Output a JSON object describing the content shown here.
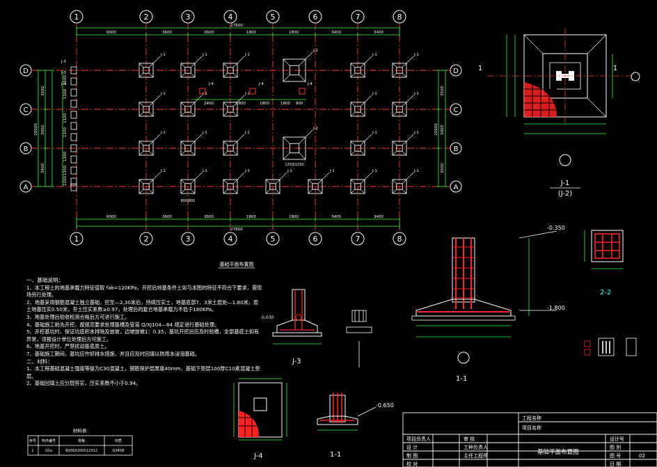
{
  "grid": {
    "columns": [
      "1",
      "2",
      "3",
      "4",
      "5",
      "6",
      "7",
      "8"
    ],
    "rows": [
      "D",
      "C",
      "B",
      "A"
    ],
    "top_dims": [
      "6000",
      "3600",
      "3600",
      "1800",
      "1800",
      "3400",
      "3400"
    ],
    "total_width": "27600",
    "bottom_dims": [
      "6000",
      "3600",
      "3600",
      "1800",
      "1800",
      "3400",
      "3400"
    ],
    "right_dims": [
      "3500",
      "3000",
      "3500"
    ],
    "right_total": "10000",
    "left_outer_dims": [
      "3500",
      "3000",
      "3400"
    ],
    "left_total": "10000",
    "left_inner_dims": [
      "1100",
      "1100",
      "1100",
      "1100",
      "1100",
      "1150",
      "1150",
      "1150"
    ],
    "beam_dims": [
      "2400",
      "1800",
      "1800",
      "1800",
      "900"
    ]
  },
  "labels": {
    "j1": "J-1",
    "j2": "J-2",
    "j3": "J-3",
    "j4": "J-4",
    "section_11": "1-1",
    "section_22": "2-2",
    "plan_title": "基础平面布置图",
    "j1_caption_top": "J-1",
    "j1_caption_bottom": "(J-2)",
    "size_j2": "1250|1250",
    "size_j1": "800|800"
  },
  "elevations": {
    "e1": "-0.350",
    "e2": "-1.800",
    "e3": "-0.650",
    "e4": "-0.030"
  },
  "notes": {
    "title1": "一、基础说明：",
    "n1": "1、本工程土的地基承载力特征值取 fak=120KPa，开挖后地基条件土如与本图的特征不符合下要求，需现场另行处理。",
    "n2": "2、地基采用钢筋混凝土独立基础，挖至—2.30米后，持续压实土，地基底部7．3米土层处—1.80米，原土地基压实0.50米，夯土压实系数≥0.97，处理后的复合地基承载力不低于180KPa。",
    "n3": "3、地基处理后验收检测合格后方可进行施工。",
    "n4": "4、基础施工前先开挖，按规范要求处理基槽及管道 Q/XJ104—64 规定进行基础处理。",
    "n5": "5、开挖基坑时，保证坑底积水排除及放坡，边坡放坡1：0.35，基坑开挖后应及时验槽，全部基底土如有异常，须报设计单位处理后方可施工。",
    "n6": "6、地基开挖时，严禁扰动基底原土。",
    "n7": "7、基础施工期间，基坑应作好排水措施，并且应及时回填以防雨水浸泡基础。",
    "title2": "二、材料：",
    "m1": "1、本工程基础混凝土强度等级为C30混凝土，钢筋保护层厚度40mm，基础下垫层100厚C10素混凝土垫层。",
    "m2": "2、基础回填土应分层夯实，压实系数不小于0.94。"
  },
  "material_table": {
    "title": "材料表",
    "headers": [
      "序号",
      "构件编号",
      "规格",
      "材质"
    ],
    "row": [
      "1",
      "G2a",
      "Φ200X200X12X12",
      "Q345B"
    ]
  },
  "title_block": {
    "project_owner": "项目负责人",
    "design": "设  计",
    "draw": "制  图",
    "check": "校  对",
    "review": "审  核",
    "eng_lead": "工种负责人",
    "chief": "主任工程师",
    "project_name_label": "工程名称",
    "item_name_label": "项目名称",
    "drawing_title": "基础平面布置图",
    "design_no": "设计号",
    "drawing_type": "图 别",
    "drawing_no_label": "图 号",
    "drawing_no": "02",
    "date": "日 期"
  },
  "colors": {
    "background": "#000000",
    "axis_red": "#ff3333",
    "grid_green": "#33ff33",
    "line_white": "#ffffff",
    "rebar_red": "#ff2222",
    "cyan": "#33ffff",
    "yellow": "#ffff33"
  }
}
